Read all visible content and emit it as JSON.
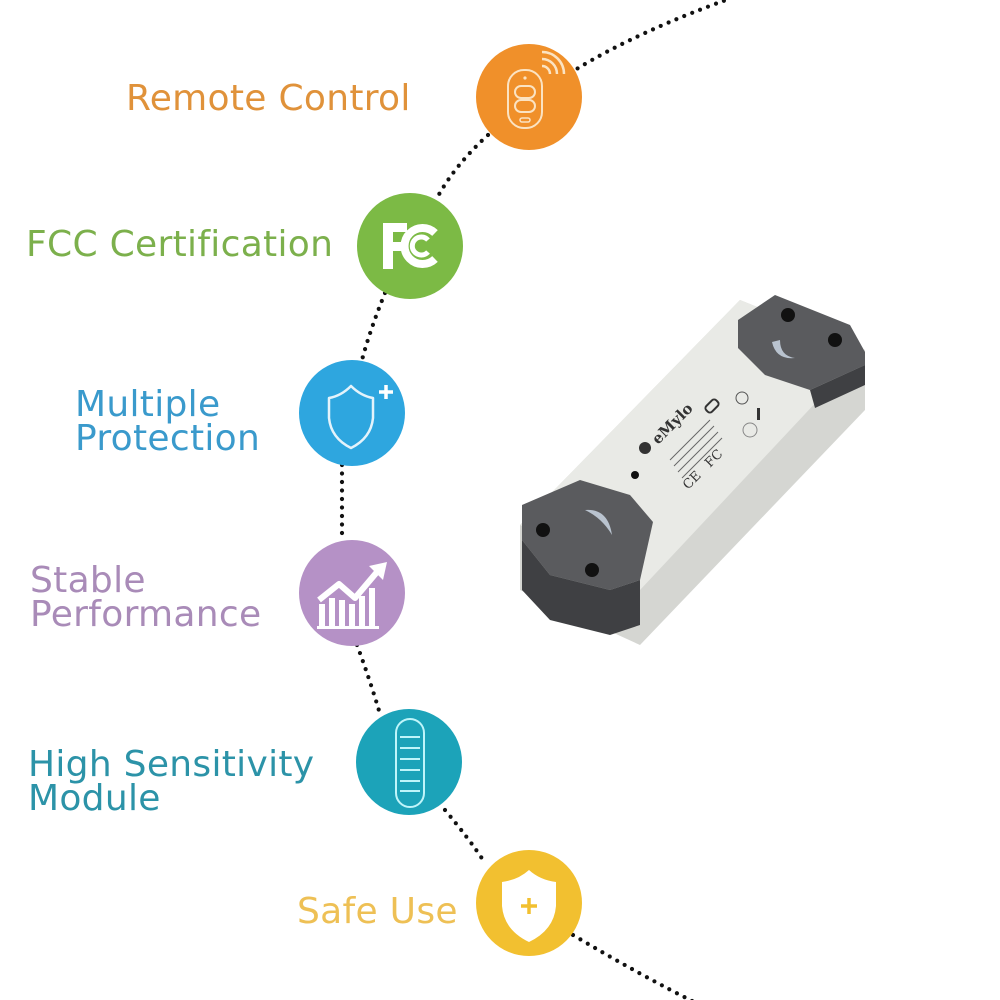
{
  "features": [
    {
      "label_lines": [
        "Remote Control"
      ],
      "icon": "remote-control-icon",
      "color": "#F0902A",
      "text_color": "#E0923A"
    },
    {
      "label_lines": [
        "FCC Certification"
      ],
      "icon": "fcc-logo-icon",
      "color": "#7CBA45",
      "text_color": "#7CB04C"
    },
    {
      "label_lines": [
        "Multiple",
        "Protection"
      ],
      "icon": "shield-plus-icon",
      "color": "#2EA6DF",
      "text_color": "#3A9ACC"
    },
    {
      "label_lines": [
        "Stable",
        "Performance"
      ],
      "icon": "rising-chart-icon",
      "color": "#B591C6",
      "text_color": "#A98BB8"
    },
    {
      "label_lines": [
        "High Sensitivity",
        "Module"
      ],
      "icon": "module-icon",
      "color": "#1CA3B9",
      "text_color": "#2C93A8"
    },
    {
      "label_lines": [
        "Safe Use"
      ],
      "icon": "safe-shield-icon",
      "color": "#F2C030",
      "text_color": "#EEC055"
    }
  ],
  "product": {
    "brand": "eMylo",
    "body_color": "#E9EAE6",
    "cap_color": "#5A5B5E",
    "markings": [
      "CE",
      "FC"
    ]
  }
}
